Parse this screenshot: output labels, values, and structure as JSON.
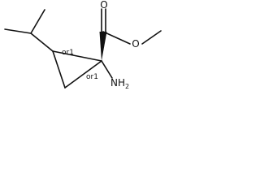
{
  "molecule": {
    "atoms": {
      "carbonyl_oxygen": "O",
      "ester_oxygen": "O",
      "amine": "NH",
      "amine_subscript": "2"
    },
    "stereo_labels": {
      "upper_center": "or1",
      "lower_center": "or1"
    }
  },
  "colors": {
    "ink": "#111111",
    "background": "#ffffff"
  }
}
